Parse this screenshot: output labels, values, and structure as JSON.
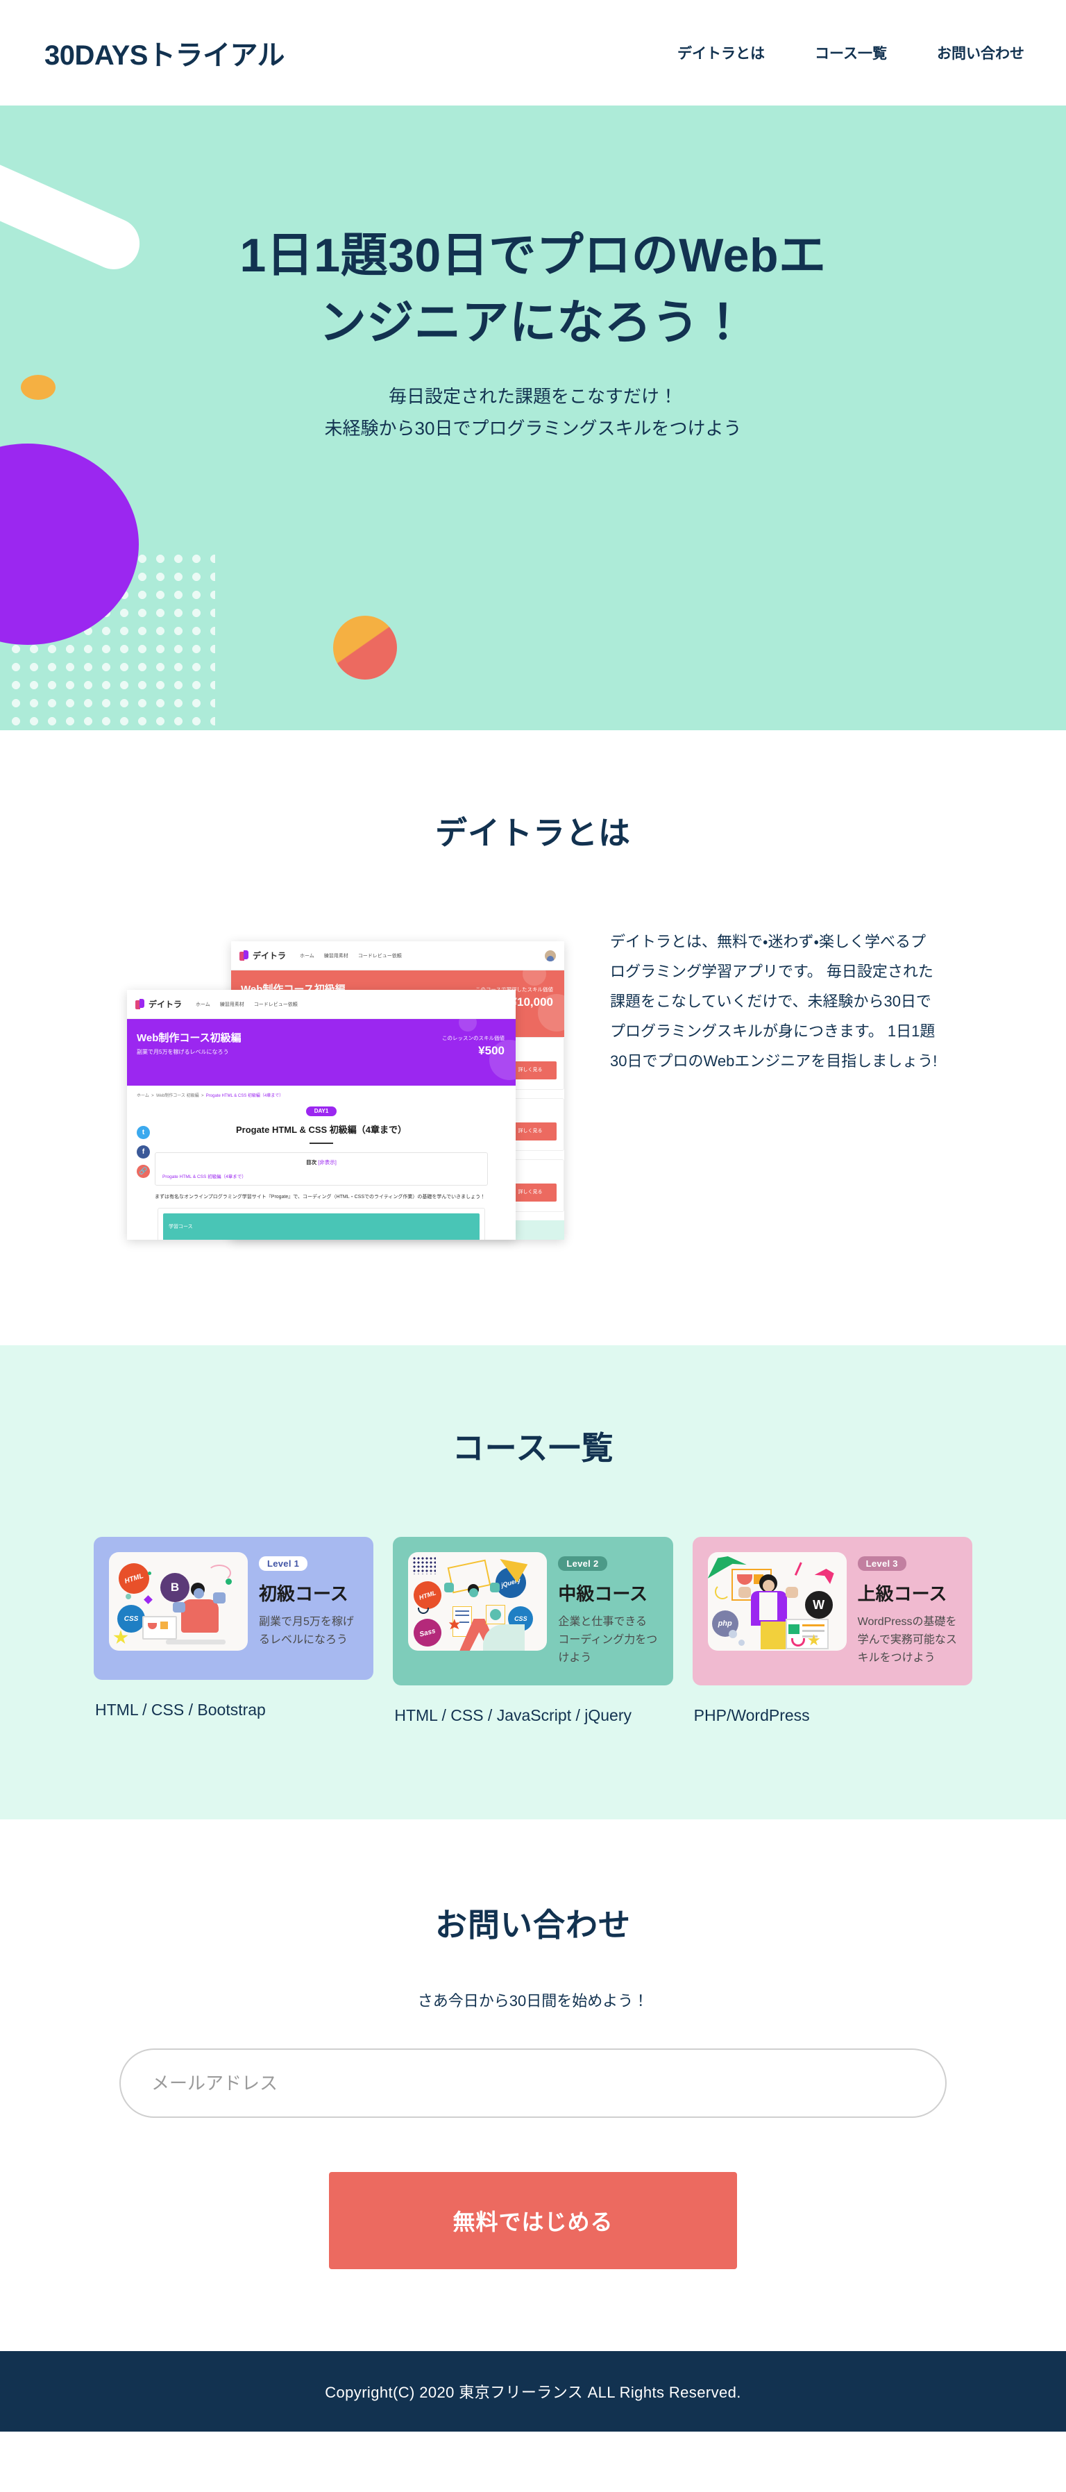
{
  "header": {
    "logo": "30DAYSトライアル",
    "nav": [
      {
        "label": "デイトラとは"
      },
      {
        "label": "コース一覧"
      },
      {
        "label": "お問い合わせ"
      }
    ]
  },
  "hero": {
    "title": "1日1題30日でプロのWebエンジニアになろう！",
    "sub_line1": "毎日設定された課題をこなすだけ！",
    "sub_line2": "未経験から30日でプログラミングスキルをつけよう",
    "bg_color": "#ADEBD8",
    "shapes": {
      "bar_color": "#FFFFFF",
      "dot_orange_color": "#F5B042",
      "circle_purple_color": "#9B27F0",
      "circle_orange_color": "#F5B042",
      "circle_red_color": "#EC6A60"
    }
  },
  "about": {
    "title": "デイトラとは",
    "paragraph": "デイトラとは、無料で・迷わず・楽しく学べるプログラミング学習アプリです。 毎日設定された課題をこなしていくだけで、未経験から30日でプログラミングスキルが身につきます。 1日1題30日でプロのWebエンジニアを目指しましょう!",
    "screenshot": {
      "back_card": {
        "brand": "デイトラ",
        "nav": [
          "ホーム",
          "練習用素材",
          "コードレビュー依頼"
        ],
        "hero_title": "Web制作コース初級編",
        "hero_label": "このコースで習得したスキル価値",
        "hero_value": "¥10,000",
        "hero_color": "#EC6A60",
        "card_button": "詳しく見る"
      },
      "front_card": {
        "brand": "デイトラ",
        "nav": [
          "ホーム",
          "練習用素材",
          "コードレビュー依頼"
        ],
        "hero_title": "Web制作コース初級編",
        "hero_sub": "副業で月5万を稼げるレベルになろう",
        "hero_label": "このレッスンのスキル価値",
        "hero_value": "¥500",
        "hero_color": "#9B27F0",
        "breadcrumb": [
          "ホーム",
          "Web制作コース 初級編",
          "Progate HTML & CSS 初級編（4章まで）"
        ],
        "day_badge": "DAY1",
        "article_title": "Progate HTML & CSS 初級編（4章まで）",
        "toc_heading": "目次",
        "toc_toggle": "[非表示]",
        "toc_item": "Progate HTML & CSS 初級編（4章まで）",
        "body_text": "まずは有名なオンラインプログラミング学習サイト『Progate』で、コーディング（HTML・CSSでのライティング作業）の基礎を学んでいきましょう！",
        "body_link": "Progate",
        "embed_label": "学習コース"
      }
    }
  },
  "courses": {
    "title": "コース一覧",
    "bg_color": "#DFF9F0",
    "items": [
      {
        "level": "Level 1",
        "name": "初級コース",
        "desc": "副業で月5万を稼げるレベルになろう",
        "caption": "HTML / CSS / Bootstrap",
        "card_color": "#A7B9F0",
        "thumb_tags": [
          "HTML",
          "B",
          "CSS"
        ]
      },
      {
        "level": "Level 2",
        "name": "中級コース",
        "desc": "企業と仕事できるコーディング力をつけよう",
        "caption": "HTML / CSS / JavaScript / jQuery",
        "card_color": "#7ECCBA",
        "thumb_tags": [
          "HTML",
          "jQuery",
          "CSS",
          "Sass"
        ]
      },
      {
        "level": "Level 3",
        "name": "上級コース",
        "desc": "WordPressの基礎を学んで実務可能なスキルをつけよう",
        "caption": "PHP/WordPress",
        "card_color": "#F0BAD0",
        "thumb_tags": [
          "php",
          "W"
        ]
      }
    ]
  },
  "contact": {
    "title": "お問い合わせ",
    "lead": "さあ今日から30日間を始めよう！",
    "email_placeholder": "メールアドレス",
    "submit_label": "無料ではじめる",
    "submit_color": "#EC6A60"
  },
  "footer": {
    "copyright": "Copyright(C) 2020 東京フリーランス ALL Rights Reserved.",
    "bg_color": "#123250"
  }
}
